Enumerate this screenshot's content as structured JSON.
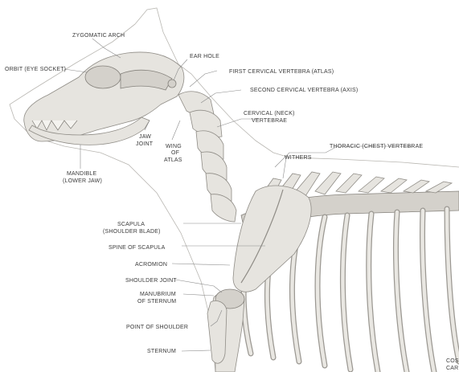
{
  "labels": {
    "zygomatic_arch": "ZYGOMATIC ARCH",
    "orbit": "ORBIT (EYE SOCKET)",
    "ear_hole": "EAR HOLE",
    "first_cervical": "FIRST CERVICAL VERTEBRA (ATLAS)",
    "second_cervical": "SECOND CERVICAL VERTEBRA (AXIS)",
    "cervical_line1": "CERVICAL (NECK)",
    "cervical_line2": "VERTEBRAE",
    "jaw_line1": "JAW",
    "jaw_line2": "JOINT",
    "wing_line1": "WING",
    "wing_line2": "OF",
    "wing_line3": "ATLAS",
    "thoracic": "THORACIC (CHEST) VERTEBRAE",
    "withers": "WITHERS",
    "mandible_line1": "MANDIBLE",
    "mandible_line2": "(LOWER JAW)",
    "scapula_line1": "SCAPULA",
    "scapula_line2": "(SHOULDER BLADE)",
    "spine_of_scapula": "SPINE OF SCAPULA",
    "acromion": "ACROMION",
    "shoulder_joint": "SHOULDER JOINT",
    "manubrium_line1": "MANUBRIUM",
    "manubrium_line2": "OF STERNUM",
    "point_of_shoulder": "POINT OF SHOULDER",
    "sternum": "STERNUM",
    "costal_line1": "COS",
    "costal_line2": "CAR"
  }
}
